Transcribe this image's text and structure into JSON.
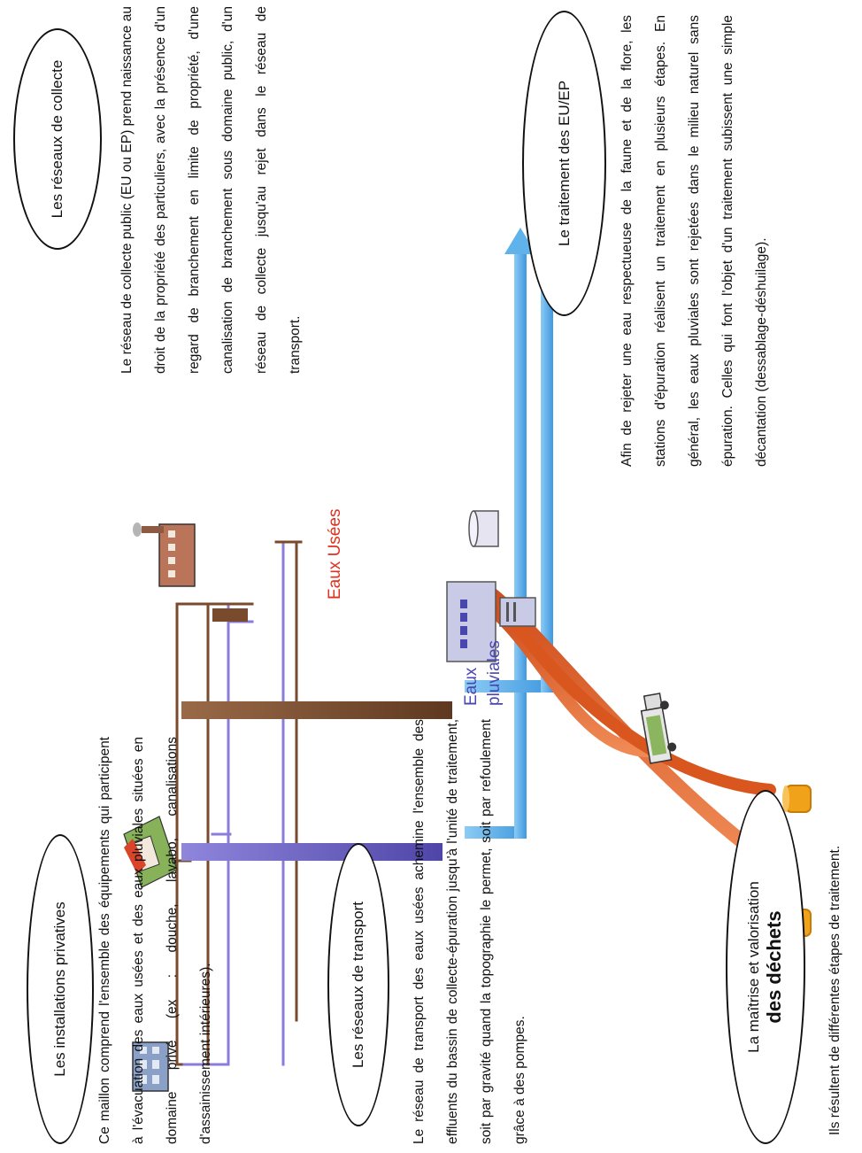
{
  "sections": {
    "privatives": {
      "title": "Les installations privatives",
      "text": "Ce maillon comprend l'ensemble des équipements qui participent à l'évacuation des eaux usées et des eaux pluviales situées en domaine privé (ex : douche, lavabo, canalisations d'assainissement intérieures)."
    },
    "transport": {
      "title": "Les réseaux de transport",
      "text": "Le réseau de transport des eaux usées achemine l'ensemble des effluents du bassin de collecte-épuration jusqu'à l'unité de traitement, soit par gravité quand la topographie le permet, soit par refoulement grâce à des pompes."
    },
    "dechets": {
      "title_line1": "La maîtrise et valorisation",
      "title_line2": "des déchets",
      "text": "Ils résultent de différentes étapes de traitement."
    },
    "collecte": {
      "title": "Les réseaux de collecte",
      "text": "Le réseau de collecte public (EU ou EP) prend naissance au droit de la propriété des particuliers, avec la présence d'un regard de branchement en limite de propriété, d'une canalisation de branchement sous domaine public, d'un réseau de collecte jusqu'au rejet dans le réseau de transport."
    },
    "traitement": {
      "title": "Le traitement des EU/EP",
      "text": "Afin de rejeter une eau respectueuse de la faune et de la flore, les stations d'épuration réalisent un traitement en plusieurs étapes. En général, les eaux pluviales sont rejetées dans le milieu naturel sans épuration. Celles qui font l'objet d'un traitement subissent une simple décantation (dessablage-déshuilage)."
    }
  },
  "labels": {
    "eaux_usees": "Eaux Usées",
    "eaux_pluviales_line1": "Eaux",
    "eaux_pluviales_line2": "pluviales"
  },
  "colors": {
    "eaux_usees_pipe": "#7a4a2c",
    "eaux_pluviales_pipe": "#6a5fc0",
    "treated_water": "#4fa9e6",
    "sludge_arrow": "#e0642c",
    "eaux_usees_label": "#e0301e",
    "eaux_pluviales_label": "#4a46b0",
    "waste_container": "#f0a21a"
  },
  "icons": {
    "building": "apartment-building-icon",
    "house": "house-icon",
    "factory": "factory-icon",
    "treatment_plant": "treatment-plant-icon",
    "pretreatment": "pretreatment-unit-icon",
    "tank": "storage-tank-icon",
    "truck": "waste-truck-icon",
    "container": "waste-container-icon"
  }
}
